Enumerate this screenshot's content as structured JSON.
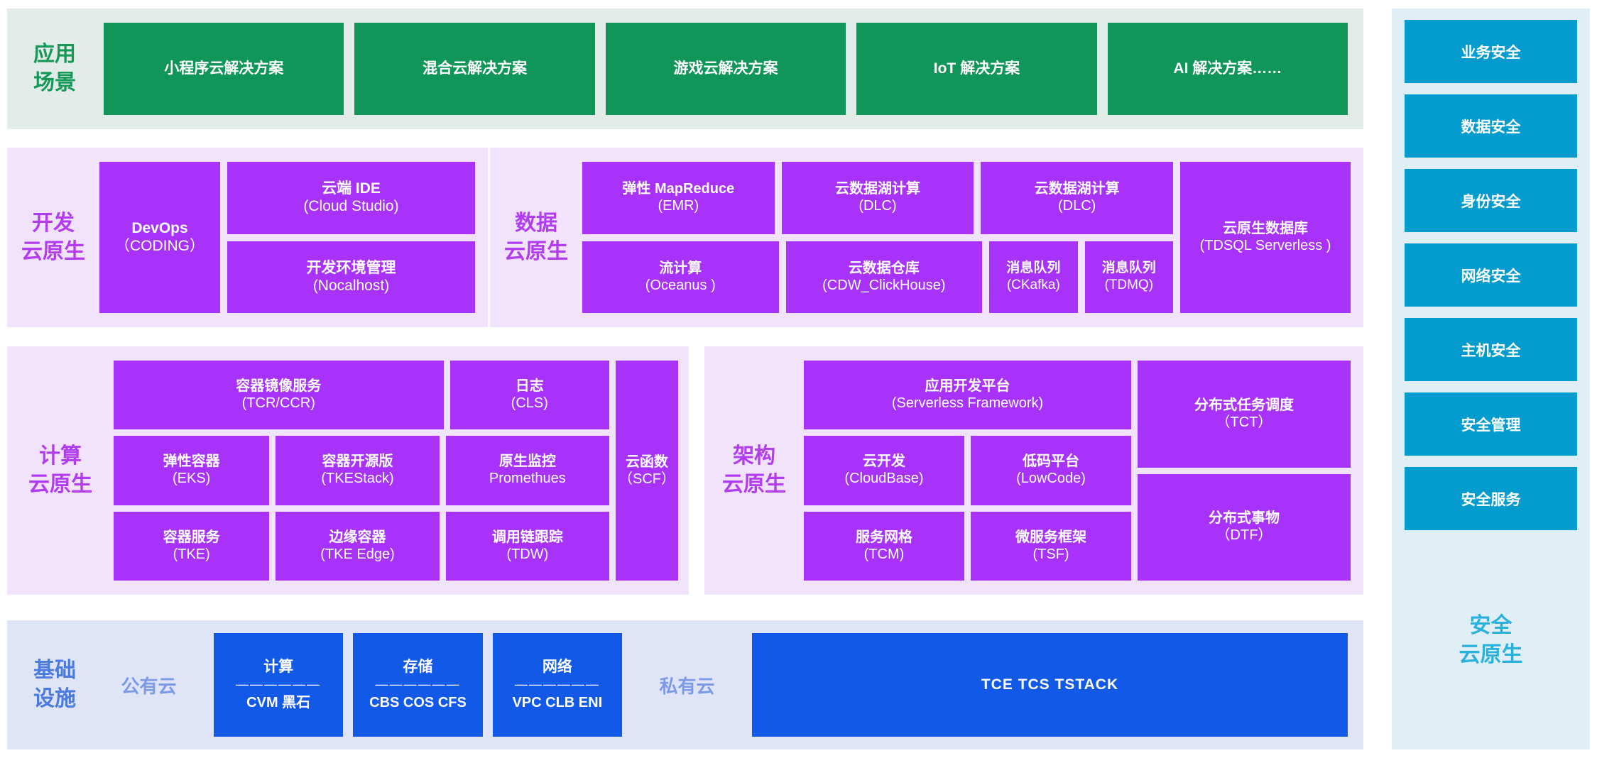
{
  "scene": {
    "label": "应用\n场景",
    "tiles": [
      {
        "title": "小程序云解决方案"
      },
      {
        "title": "混合云解决方案"
      },
      {
        "title": "游戏云解决方案"
      },
      {
        "title": "IoT 解决方案"
      },
      {
        "title": "AI 解决方案……"
      }
    ]
  },
  "dev": {
    "label": "开发\n云原生",
    "left": {
      "title": "DevOps",
      "sub": "（CODING）"
    },
    "right": [
      {
        "title": "云端 IDE",
        "sub": "(Cloud Studio)"
      },
      {
        "title": "开发环境管理",
        "sub": "(Nocalhost)"
      }
    ]
  },
  "data": {
    "label": "数据\n云原生",
    "row1": [
      {
        "title": "弹性 MapReduce",
        "sub": "(EMR)",
        "flex": 1
      },
      {
        "title": "云数据湖计算",
        "sub": "(DLC)",
        "flex": 1
      },
      {
        "title": "云数据湖计算",
        "sub": "(DLC)",
        "flex": 1
      }
    ],
    "row2": [
      {
        "title": "流计算",
        "sub": "(Oceanus )",
        "flex": 1
      },
      {
        "title": "云数据仓库",
        "sub": "(CDW_ClickHouse)",
        "flex": 1
      },
      {
        "title": "消息队列",
        "sub": "(CKafka)",
        "flex": 0.45
      },
      {
        "title": "消息队列",
        "sub": "(TDMQ)",
        "flex": 0.45
      }
    ],
    "database": {
      "title": "云原生数据库",
      "sub": "(TDSQL Serverless )"
    }
  },
  "compute": {
    "label": "计算\n云原生",
    "row1": [
      {
        "title": "容器镜像服务",
        "sub": "(TCR/CCR)",
        "flex": 2.07
      },
      {
        "title": "日志",
        "sub": "(CLS)",
        "flex": 1
      }
    ],
    "row2": [
      {
        "title": "弹性容器",
        "sub": "(EKS)",
        "flex": 1
      },
      {
        "title": "容器开源版",
        "sub": "(TKEStack)",
        "flex": 1.05
      },
      {
        "title": "原生监控",
        "sub": "Promethues",
        "flex": 1.05
      }
    ],
    "row3": [
      {
        "title": "容器服务",
        "sub": "(TKE)",
        "flex": 1
      },
      {
        "title": "边缘容器",
        "sub": "(TKE Edge)",
        "flex": 1.05
      },
      {
        "title": "调用链跟踪",
        "sub": "(TDW)",
        "flex": 1.05
      }
    ],
    "scf": {
      "title": "云函数",
      "sub": "（SCF）"
    }
  },
  "arch": {
    "label": "架构\n云原生",
    "row1": [
      {
        "title": "应用开发平台",
        "sub": "(Serverless Framework)",
        "flex": 1
      }
    ],
    "row2": [
      {
        "title": "云开发",
        "sub": "(CloudBase)",
        "flex": 1
      },
      {
        "title": "低码平台",
        "sub": "(LowCode)",
        "flex": 1
      }
    ],
    "row3": [
      {
        "title": "服务网格",
        "sub": "(TCM)",
        "flex": 1
      },
      {
        "title": "微服务框架",
        "sub": "(TSF)",
        "flex": 1
      }
    ],
    "right": [
      {
        "title": "分布式任务调度",
        "sub": "（TCT）"
      },
      {
        "title": "分布式事物",
        "sub": "（DTF）"
      }
    ]
  },
  "infra": {
    "label": "基础\n设施",
    "public_label": "公有云",
    "private_label": "私有云",
    "public_tiles": [
      {
        "title": "计算",
        "dash": "——————",
        "sub": "CVM 黑石"
      },
      {
        "title": "存储",
        "dash": "——————",
        "sub": "CBS COS CFS"
      },
      {
        "title": "网络",
        "dash": "——————",
        "sub": "VPC CLB ENI"
      }
    ],
    "private_tile": {
      "title": "TCE  TCS  TSTACK"
    }
  },
  "security": {
    "items": [
      {
        "label": "业务安全"
      },
      {
        "label": "数据安全"
      },
      {
        "label": "身份安全"
      },
      {
        "label": "网络安全"
      },
      {
        "label": "主机安全"
      },
      {
        "label": "安全管理"
      },
      {
        "label": "安全服务"
      }
    ],
    "footer": "安全\n云原生"
  },
  "colors": {
    "scene_band": "#e3ece8",
    "scene_tile": "#0f9658",
    "scene_text": "#159957",
    "cloud_band": "#f0e3fb",
    "cloud_tile": "#a832fa",
    "cloud_text": "#b23df0",
    "infra_band": "#dfe5f7",
    "infra_tile": "#1359e8",
    "infra_text": "#4b7ae0",
    "infra_subtext": "#7d9ae8",
    "security_band": "#e0eff5",
    "security_tile": "#049cce",
    "security_text": "#2ab0dd"
  }
}
